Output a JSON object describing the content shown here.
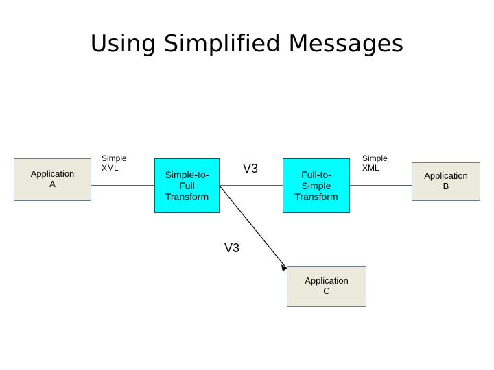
{
  "slide": {
    "title": "Using Simplified Messages",
    "background_color": "#ffffff",
    "app_box_color": "#ece9dd",
    "transform_box_color": "#00ffff",
    "line_color": "#000000"
  },
  "boxes": [
    {
      "name": "application-a",
      "line1": "Application",
      "line2": "A",
      "type": "app"
    },
    {
      "name": "simple-to-full-transform",
      "line1": "Simple-to-",
      "line2": "Full",
      "line3": "Transform",
      "type": "transform"
    },
    {
      "name": "full-to-simple-transform",
      "line1": "Full-to-",
      "line2": "Simple",
      "line3": "Transform",
      "type": "transform"
    },
    {
      "name": "application-b",
      "line1": "Application",
      "line2": "B",
      "type": "app"
    },
    {
      "name": "application-c",
      "line1": "Application",
      "line2": "C",
      "type": "app"
    }
  ],
  "labels": [
    {
      "name": "label-simple-xml-left",
      "line1": "Simple",
      "line2": "XML"
    },
    {
      "name": "label-v3-top",
      "text": "V3"
    },
    {
      "name": "label-simple-xml-right",
      "line1": "Simple",
      "line2": "XML"
    },
    {
      "name": "label-v3-bottom",
      "text": "V3"
    }
  ]
}
